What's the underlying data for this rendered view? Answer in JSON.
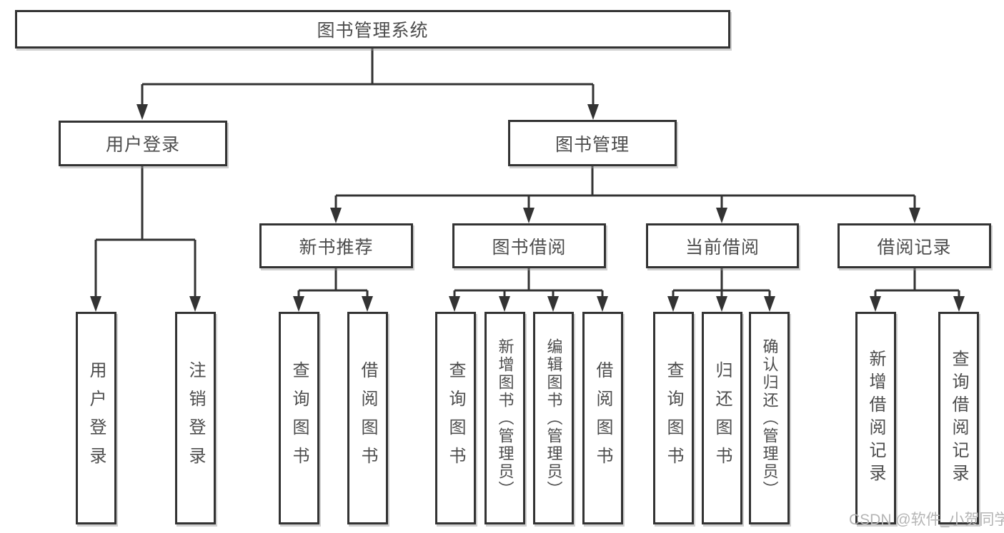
{
  "diagram": {
    "root_label": "图书管理系统",
    "level2": {
      "user_login": "用户登录",
      "book_mgmt": "图书管理"
    },
    "level3": {
      "new_books": "新书推荐",
      "book_borrow": "图书借阅",
      "current_borrow": "当前借阅",
      "borrow_records": "借阅记录"
    },
    "leaves": {
      "user_login": [
        "用户登录",
        "注销登录"
      ],
      "new_books": [
        "查询图书",
        "借阅图书"
      ],
      "book_borrow": [
        "查询图书",
        "新增图书（管理员）",
        "编辑图书（管理员）",
        "借阅图书"
      ],
      "current_borrow": [
        "查询图书",
        "归还图书",
        "确认归还（管理员）"
      ],
      "borrow_records": [
        "新增借阅记录",
        "查询借阅记录"
      ]
    }
  },
  "watermark": "CSDN @软件_小贺同学",
  "colors": {
    "line": "#333333",
    "box_border": "#333333",
    "text": "#4d4d4d",
    "watermark": "#b5b5b5",
    "background": "#ffffff"
  }
}
